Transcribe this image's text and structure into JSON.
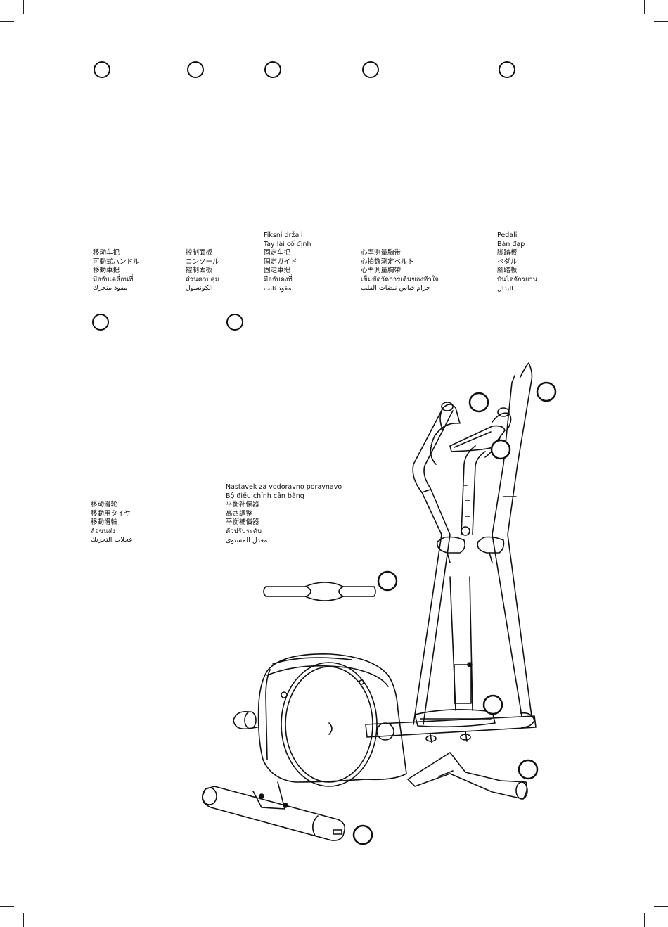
{
  "labels": {
    "moving_handlebar": [
      "移动车把",
      "可動式ハンドル",
      "移動車把",
      "มือจับเคลื่อนที่",
      "مقود متحرك"
    ],
    "console": [
      "控制面板",
      "コンソール",
      "控制面板",
      "ส่วนควบคุม",
      "الكونسول"
    ],
    "fixed_handlebar": [
      "Fiksni držali",
      "Tay lái cố định",
      "固定车把",
      "固定ガイド",
      "固定車把",
      "มือจับคงที่",
      "مقود ثابت"
    ],
    "heart_rate_belt": [
      "心率测量胸带",
      "心拍数測定ベルト",
      "心率測量胸帶",
      "เข็มขัดวัดการเต้นของหัวใจ",
      "حزام قياس نبضات القلب"
    ],
    "pedals": [
      "Pedali",
      "Bàn đạp",
      "脚踏板",
      "ペダル",
      "腳踏板",
      "บันไดจักรยาน",
      "البدال"
    ],
    "transport_wheels": [
      "移动滑轮",
      "移動用タイヤ",
      "移動滑輪",
      "ล้อขนส่ง",
      "عجلات التحريك"
    ],
    "leveller": [
      "Nastavek za vodoravno poravnavo",
      "Bộ điều chỉnh cân bằng",
      "平衡补偿器",
      "高さ調整",
      "平衡補償器",
      "ตัวปรับระดับ",
      "معدل المستوى"
    ]
  },
  "callouts": [
    "callout-moving-handlebar",
    "callout-console",
    "callout-fixed-handlebar",
    "callout-heart-rate-belt",
    "callout-pedals",
    "callout-transport-wheels",
    "callout-leveller"
  ]
}
